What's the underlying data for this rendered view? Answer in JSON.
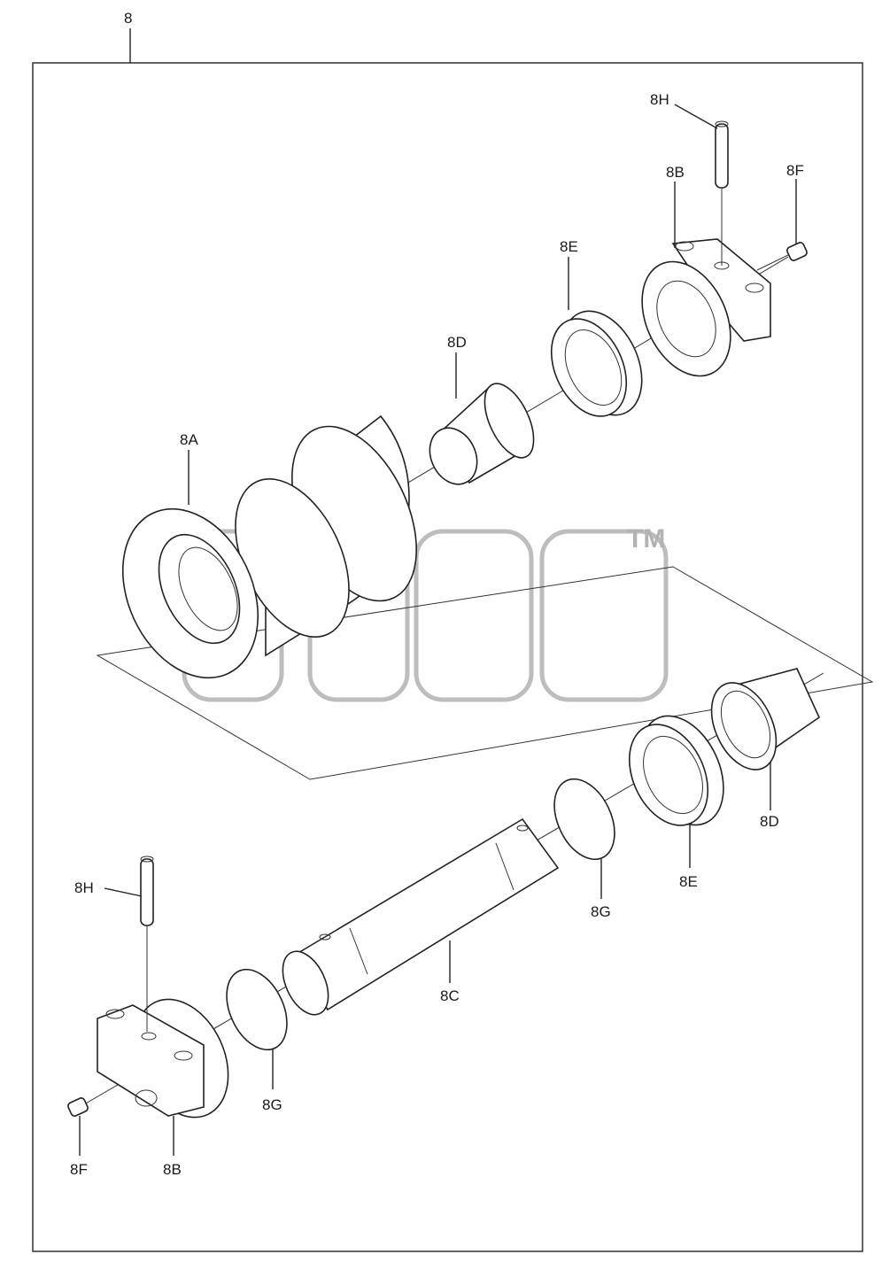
{
  "diagram": {
    "assembly_label": "8",
    "watermark_tm": "TM",
    "callouts": {
      "8A": "8A",
      "8B_top": "8B",
      "8B_bottom": "8B",
      "8C": "8C",
      "8D_top": "8D",
      "8D_bottom": "8D",
      "8E_top": "8E",
      "8E_bottom": "8E",
      "8F_top": "8F",
      "8F_bottom": "8F",
      "8G_left": "8G",
      "8G_right": "8G",
      "8H_top": "8H",
      "8H_bottom": "8H"
    }
  }
}
